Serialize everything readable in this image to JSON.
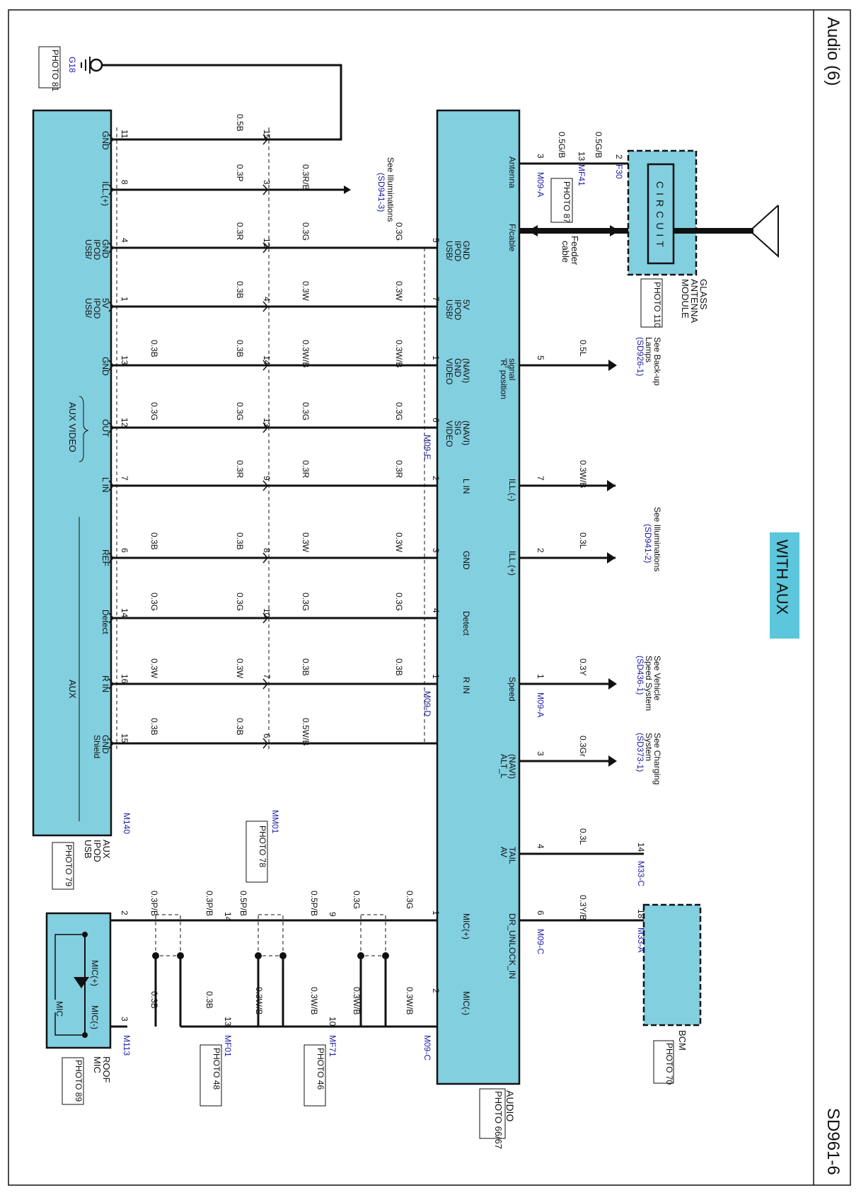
{
  "header": {
    "title": "Audio (6)",
    "page_code": "SD961-6",
    "option_badge": "WITH AUX",
    "colors": {
      "component_fill": "#82cfe0",
      "connector_text": "#1c1ca8",
      "wire": "#111111"
    }
  },
  "ground": {
    "id": "G18",
    "photo": "PHOTO 81"
  },
  "glass_antenna": {
    "inner": "CIRCUIT",
    "name_lines": [
      "GLASS",
      "ANTENNA",
      "MODULE"
    ],
    "photo": "PHOTO 110",
    "connector": "F30"
  },
  "mf41": {
    "connector": "MF41",
    "photo": "PHOTO 87"
  },
  "feeder_cable": {
    "lines": [
      "Feeder",
      "cable"
    ]
  },
  "bcm": {
    "name": "BCM",
    "photo": "PHOTO 70"
  },
  "audio": {
    "name": "AUDIO",
    "photo": "PHOTO 66/67",
    "bottom_pins": [
      {
        "pin": "5",
        "label": [
          "GND",
          "IPOD",
          "USB/"
        ],
        "wire": "0.3G"
      },
      {
        "pin": "7",
        "label": [
          "5V",
          "IPOD",
          "USB/"
        ],
        "wire": "0.3W"
      },
      {
        "pin": "1",
        "label": [
          "(NAVI)",
          "GND",
          "VIDEO"
        ],
        "wire": "0.3W/B"
      },
      {
        "pin": "6",
        "label": [
          "(NAVI)",
          "SIG",
          "VIDEO"
        ],
        "wire": "0.3G",
        "connector": "M09-E"
      },
      {
        "pin": "2",
        "label": [
          "L IN"
        ],
        "wire": "0.3R"
      },
      {
        "pin": "3",
        "label": [
          "GND"
        ],
        "wire": "0.3W"
      },
      {
        "pin": "4",
        "label": [
          "Detect"
        ],
        "wire": "0.3G"
      },
      {
        "pin": "1",
        "label": [
          "R IN"
        ],
        "wire": "0.3B",
        "connector": "M09-D"
      },
      {
        "pin": "1",
        "label": [
          "MIC(+)"
        ],
        "wire": "0.3G"
      },
      {
        "pin": "2",
        "label": [
          "MIC(-)"
        ],
        "wire": "0.3W/B",
        "connector": "M09-C"
      }
    ],
    "top_pins": [
      {
        "pin": "3",
        "label": [
          "Antenna"
        ],
        "wire": "0.5G/B",
        "connector": "M09-A"
      },
      {
        "pin": "",
        "label": [
          "F/cable"
        ],
        "wire": ""
      },
      {
        "pin": "5",
        "label": [
          "signal",
          "'R' position"
        ],
        "wire": "0.5L",
        "ref": [
          "See Back-up",
          "Lamps",
          "(SD926-1)"
        ]
      },
      {
        "pin": "7",
        "label": [
          "ILL.(-)"
        ],
        "wire": "0.3W/B"
      },
      {
        "pin": "2",
        "label": [
          "ILL.(+)"
        ],
        "wire": "0.3L"
      },
      {
        "pin": "1",
        "label": [
          "Speed"
        ],
        "wire": "0.3Y",
        "connector": "M09-A",
        "ref": [
          "See Vehicle",
          "Speed System",
          "(SD436-1)"
        ]
      },
      {
        "pin": "3",
        "label": [
          "(NAVI)",
          "ALT_L"
        ],
        "wire": "0.3Gr",
        "ref": [
          "See Charging",
          "System",
          "(SD373-1)"
        ]
      },
      {
        "pin": "4",
        "label": [
          "TAIL",
          "AV"
        ],
        "wire": "0.3L",
        "bcm_pin": "14",
        "bcm_connector": "M33-C"
      },
      {
        "pin": "6",
        "label": [
          "DR_UNLOCK_IN"
        ],
        "wire": "0.3Y/B",
        "connector": "M09-C",
        "bcm_pin": "18",
        "bcm_connector": "M33-A"
      }
    ],
    "illum_ref": [
      "See Illuminations",
      "(SD941-2)"
    ],
    "antenna_pin_13": "13",
    "antenna_pin_2": "2",
    "antenna_wire_top": "0.5G/B"
  },
  "mm01": {
    "connector": "MM01",
    "photo": "PHOTO 78"
  },
  "aux_usb": {
    "name_lines": [
      "AUX",
      "IPOD",
      "USB"
    ],
    "photo": "PHOTO 79",
    "connector": "M140",
    "group_aux_video": "AUX VIDEO",
    "group_aux": "AUX",
    "pins": [
      {
        "pin": "11",
        "label": [
          "GND"
        ],
        "w_aux": "0.5B",
        "mm_pin": "15",
        "w_top": "0.5B"
      },
      {
        "pin": "8",
        "label": [
          "ILL.(+)"
        ],
        "w_aux": "0.3P",
        "mm_pin": "3",
        "w_top": "0.3R/B"
      },
      {
        "pin": "4",
        "label": [
          "GND",
          "IPOD",
          "USB/"
        ],
        "w_aux": "0.3R",
        "mm_pin": "12",
        "w_top": "0.3G"
      },
      {
        "pin": "1",
        "label": [
          "5V",
          "IPOD",
          "USB/"
        ],
        "w_aux": "0.3B",
        "mm_pin": "4",
        "w_top": "0.3W"
      },
      {
        "pin": "13",
        "label": [
          "GND"
        ],
        "w_aux": "0.3B",
        "mm_pin": "14",
        "w_top": "0.3W/B",
        "shield": "0.3B"
      },
      {
        "pin": "12",
        "label": [
          "OUT"
        ],
        "w_aux": "0.3G",
        "mm_pin": "13",
        "w_top": "0.3G",
        "shield": "0.3G"
      },
      {
        "pin": "7",
        "label": [
          "L IN"
        ],
        "w_aux": "0.3R",
        "mm_pin": "9",
        "w_top": "0.3R"
      },
      {
        "pin": "6",
        "label": [
          "REF"
        ],
        "w_aux": "0.3B",
        "mm_pin": "8",
        "w_top": "0.3W",
        "shield": "0.3B"
      },
      {
        "pin": "14",
        "label": [
          "Detect"
        ],
        "w_aux": "0.3G",
        "mm_pin": "10",
        "w_top": "0.3G",
        "shield": "0.3G"
      },
      {
        "pin": "16",
        "label": [
          "R IN"
        ],
        "w_aux": "0.3W",
        "mm_pin": "7",
        "w_top": "0.3B",
        "shield": "0.3W"
      },
      {
        "pin": "15",
        "label": [
          "GND",
          "Shield"
        ],
        "w_aux": "0.3B",
        "mm_pin": "6",
        "w_top": "0.5W/B",
        "shield": "0.3B"
      }
    ],
    "illum_ref": [
      "See Illuminations",
      "(SD941-3)"
    ]
  },
  "roof_mic": {
    "name_lines": [
      "ROOF",
      "MIC"
    ],
    "photo": "PHOTO 89",
    "connector": "M113",
    "inner": {
      "plus": "MIC(+)",
      "minus": "MIC(-)",
      "mic": "MIC"
    },
    "pins": [
      {
        "pin": "2",
        "wire": "0.3P/B"
      },
      {
        "pin": "3",
        "wire": "0.3B"
      }
    ],
    "mf01": {
      "connector": "MF01",
      "photo": "PHOTO 48",
      "pin_plus": "14",
      "w_plus": "0.3P/B",
      "pin_minus": "13",
      "w_minus": "0.3B",
      "w_minus_top": "0.3W/B"
    },
    "mf71": {
      "connector": "MF71",
      "photo": "PHOTO 46",
      "pin_plus": "9",
      "w_plus": "0.5P/B",
      "w_plus_top": "0.3G",
      "pin_minus": "10",
      "w_minus": "0.3W/B",
      "w_minus_top": "0.3W/B",
      "w_top_plus": "0.5P/B"
    }
  }
}
